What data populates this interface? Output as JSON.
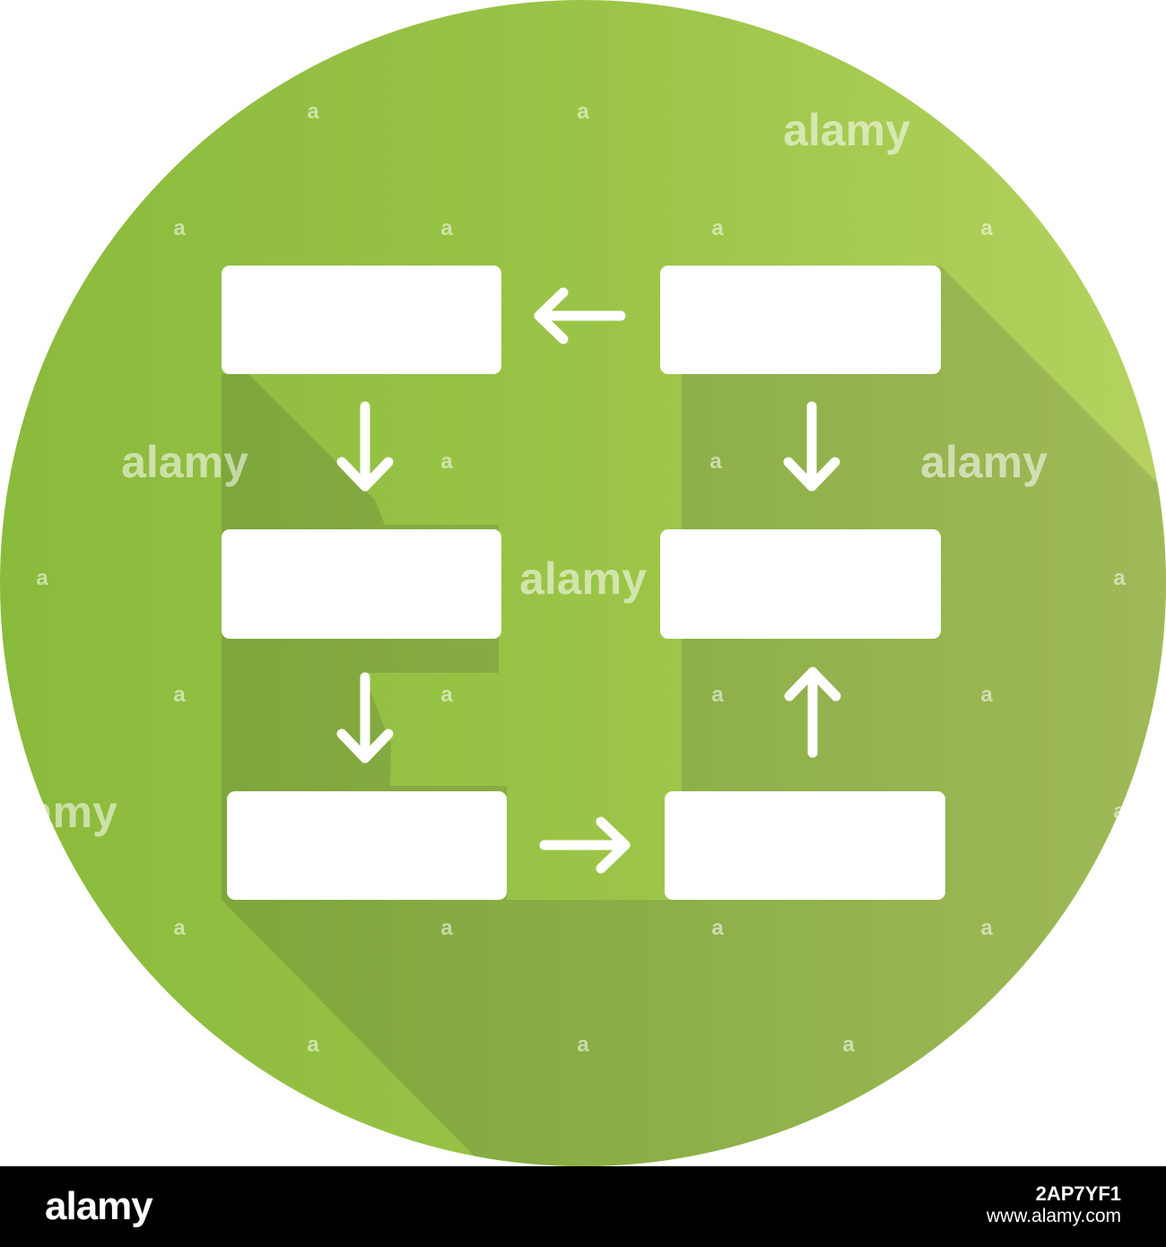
{
  "colors": {
    "circle_light": "#b5d15e",
    "circle_main": "#8cbb3f",
    "shadow": "#7ea53d",
    "white": "#ffffff",
    "footer_bg": "#000000"
  },
  "diagram": {
    "nodes": [
      "",
      "",
      "",
      "",
      "",
      ""
    ],
    "arrows": [
      {
        "direction": "left",
        "from": "top-right-box",
        "to": "top-left-box"
      },
      {
        "direction": "down",
        "from": "top-left-box",
        "to": "middle-left-box"
      },
      {
        "direction": "down",
        "from": "top-right-box",
        "to": "middle-right-box"
      },
      {
        "direction": "down",
        "from": "middle-left-box",
        "to": "bottom-left-box"
      },
      {
        "direction": "right",
        "from": "bottom-left-box",
        "to": "bottom-right-box"
      },
      {
        "direction": "up",
        "from": "bottom-right-box",
        "to": "middle-right-box"
      }
    ]
  },
  "watermark": {
    "text": "alamy",
    "mark": "a"
  },
  "footer": {
    "logo": "alamy",
    "image_id": "2AP7YF1",
    "url": "www.alamy.com"
  }
}
